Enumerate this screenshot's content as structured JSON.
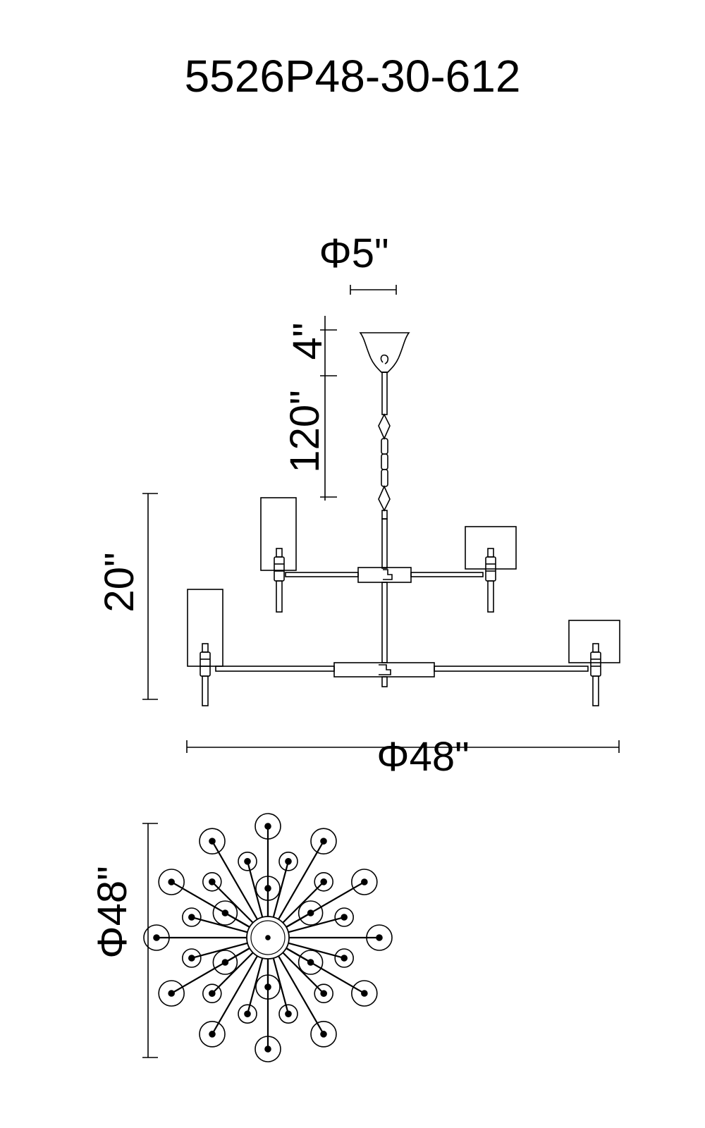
{
  "title": "5526P48-30-612",
  "dimensions": {
    "canopy_diameter": "Φ5\"",
    "canopy_height": "4\"",
    "chain_length": "120\"",
    "fixture_height": "20\"",
    "fixture_width": "Φ48\"",
    "fixture_depth": "Φ48\""
  },
  "colors": {
    "line": "#000000",
    "background": "#ffffff"
  }
}
